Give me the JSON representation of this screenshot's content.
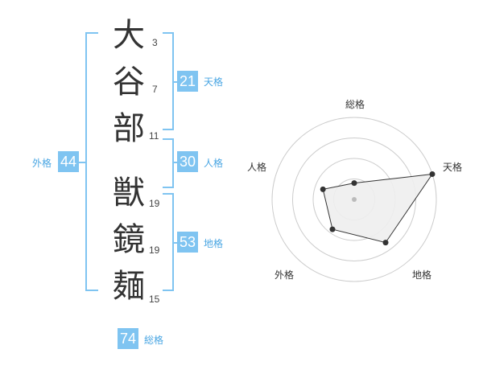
{
  "characters": [
    {
      "char": "大",
      "strokes": "3"
    },
    {
      "char": "谷",
      "strokes": "7"
    },
    {
      "char": "部",
      "strokes": "11"
    },
    {
      "char": "獣",
      "strokes": "19"
    },
    {
      "char": "鏡",
      "strokes": "19"
    },
    {
      "char": "麺",
      "strokes": "15"
    }
  ],
  "scores": {
    "tenkaku": {
      "value": "21",
      "label": "天格"
    },
    "jinkaku": {
      "value": "30",
      "label": "人格"
    },
    "chikaku": {
      "value": "53",
      "label": "地格"
    },
    "gaikaku": {
      "value": "44",
      "label": "外格"
    },
    "soukaku": {
      "value": "74",
      "label": "総格"
    }
  },
  "radar": {
    "axes": [
      "総格",
      "天格",
      "地格",
      "外格",
      "人格"
    ],
    "levels": 4,
    "values": [
      0.2,
      1.0,
      0.65,
      0.45,
      0.4
    ],
    "colors": {
      "grid": "#cccccc",
      "fill": "#eeeeee",
      "line": "#333333",
      "point": "#333333",
      "center": "#bbbbbb"
    }
  },
  "colors": {
    "accent": "#7fc4f1",
    "label": "#4aa6e3"
  }
}
